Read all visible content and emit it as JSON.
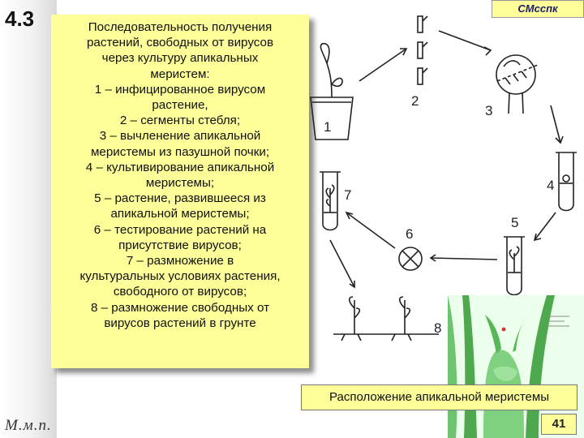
{
  "slide": {
    "number": "4.3",
    "author": "М.м.п.",
    "brand": "СМсспк",
    "page": "41"
  },
  "description": {
    "lines": [
      "Последовательность получения",
      "растений, свободных от вирусов",
      "через культуру апикальных",
      "меристем:",
      "1 – инфицированное вирусом",
      "растение,",
      "2 – сегменты стебля;",
      "3 – вычленение апикальной",
      "меристемы из пазушной почки;",
      "4 – культивирование апикальной",
      "меристемы;",
      "5 – растение, развившееся из",
      "апикальной меристемы;",
      "6 – тестирование растений на",
      "присутствие вирусов;",
      "7 – размножение в",
      "культуральных условиях растения,",
      "свободного от вирусов;",
      "8 – размножение свободных от",
      "вирусов растений в грунте"
    ]
  },
  "diagram": {
    "step_labels": [
      "1",
      "2",
      "3",
      "4",
      "5",
      "6",
      "7",
      "8"
    ]
  },
  "micrograph": {
    "caption": "Расположение апикальной меристемы"
  },
  "colors": {
    "highlight": "#ffff99",
    "micro_bg": "#ecffec",
    "tissue": "#58b858",
    "meristem_dot": "#e03030"
  }
}
